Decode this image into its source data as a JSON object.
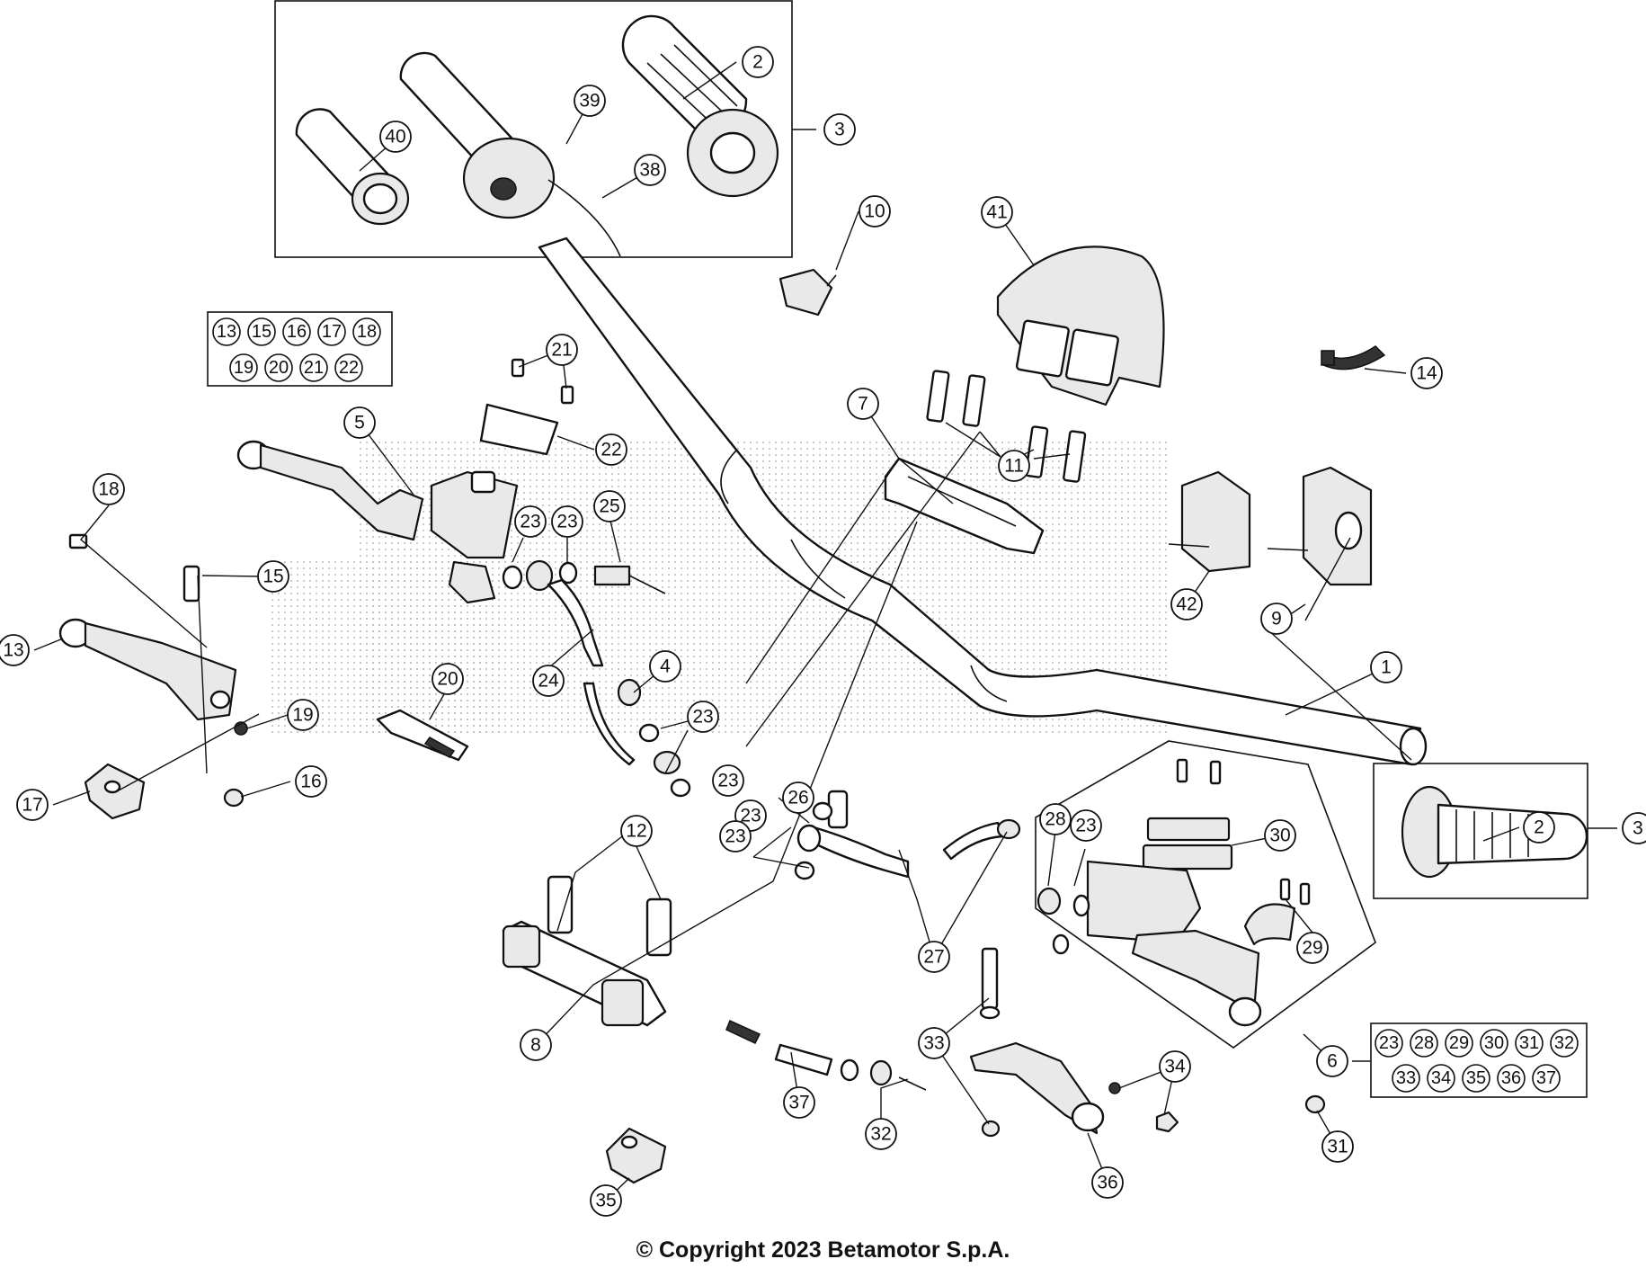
{
  "copyright": "© Copyright 2023 Betamotor S.p.A.",
  "callouts": [
    {
      "n": "1"
    },
    {
      "n": "2"
    },
    {
      "n": "2"
    },
    {
      "n": "3"
    },
    {
      "n": "3"
    },
    {
      "n": "4"
    },
    {
      "n": "5"
    },
    {
      "n": "6"
    },
    {
      "n": "7"
    },
    {
      "n": "8"
    },
    {
      "n": "9"
    },
    {
      "n": "10"
    },
    {
      "n": "11"
    },
    {
      "n": "12"
    },
    {
      "n": "13"
    },
    {
      "n": "14"
    },
    {
      "n": "15"
    },
    {
      "n": "16"
    },
    {
      "n": "17"
    },
    {
      "n": "18"
    },
    {
      "n": "19"
    },
    {
      "n": "20"
    },
    {
      "n": "21"
    },
    {
      "n": "22"
    },
    {
      "n": "23"
    },
    {
      "n": "23"
    },
    {
      "n": "23"
    },
    {
      "n": "23"
    },
    {
      "n": "23"
    },
    {
      "n": "23"
    },
    {
      "n": "23"
    },
    {
      "n": "24"
    },
    {
      "n": "25"
    },
    {
      "n": "26"
    },
    {
      "n": "27"
    },
    {
      "n": "28"
    },
    {
      "n": "29"
    },
    {
      "n": "30"
    },
    {
      "n": "31"
    },
    {
      "n": "32"
    },
    {
      "n": "33"
    },
    {
      "n": "34"
    },
    {
      "n": "35"
    },
    {
      "n": "36"
    },
    {
      "n": "37"
    },
    {
      "n": "38"
    },
    {
      "n": "39"
    },
    {
      "n": "40"
    },
    {
      "n": "41"
    },
    {
      "n": "42"
    }
  ],
  "kit_5": {
    "row1": [
      "13",
      "15",
      "16",
      "17",
      "18"
    ],
    "row2": [
      "19",
      "20",
      "21",
      "22"
    ]
  },
  "kit_6": {
    "row1": [
      "23",
      "28",
      "29",
      "30",
      "31",
      "32"
    ],
    "row2": [
      "33",
      "34",
      "35",
      "36",
      "37"
    ]
  }
}
